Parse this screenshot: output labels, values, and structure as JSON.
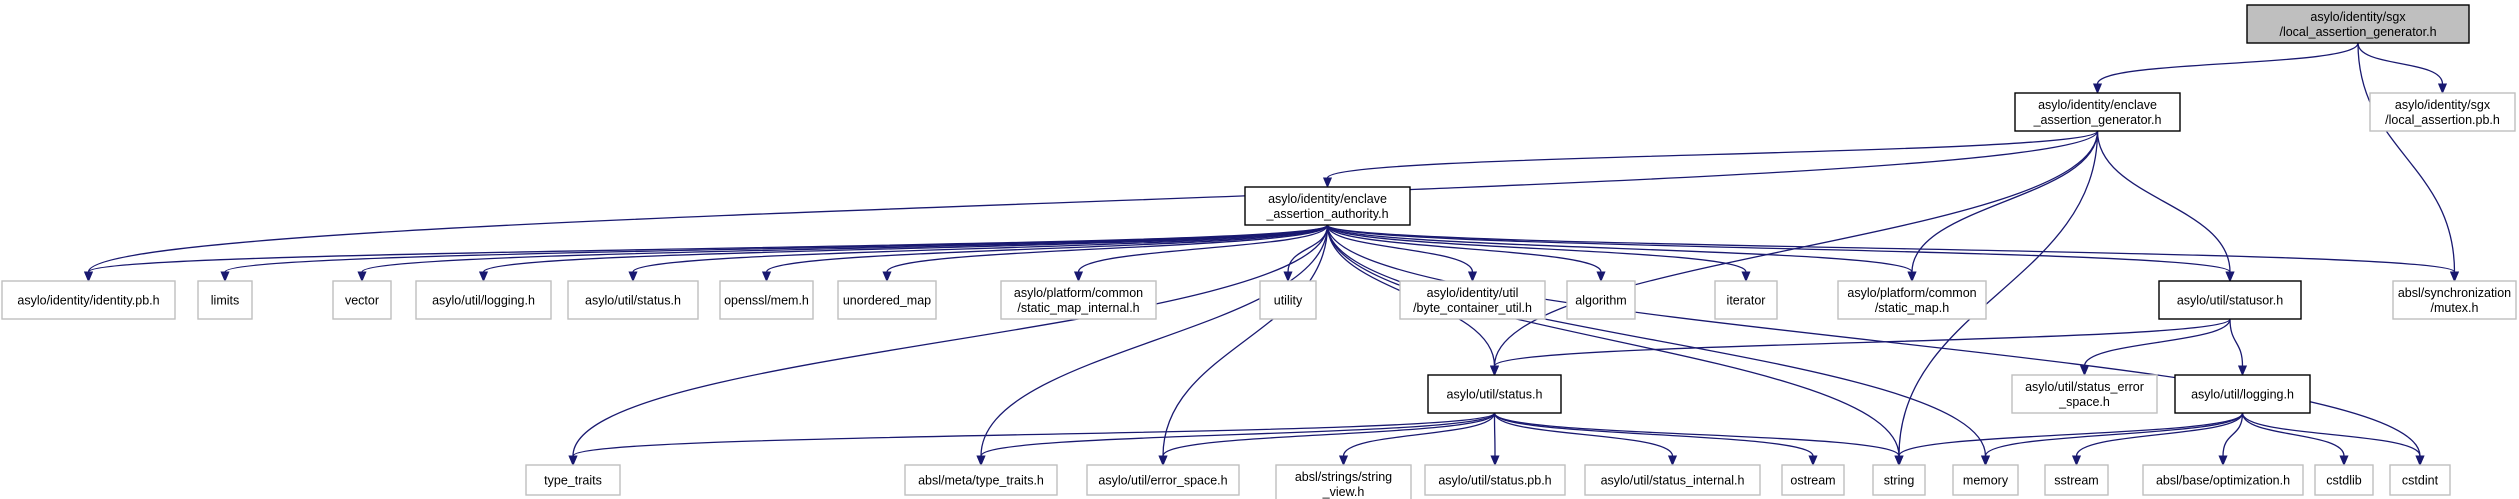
{
  "colors": {
    "edge": "#191970",
    "root_fill": "#bfbfbf",
    "box_border": "#000000",
    "external_border": "#bfbfbf",
    "background": "#ffffff"
  },
  "nodes": [
    {
      "id": "root",
      "lines": [
        "asylo/identity/sgx",
        "/local_assertion_generator.h"
      ],
      "style": "root"
    },
    {
      "id": "eag",
      "lines": [
        "asylo/identity/enclave",
        "_assertion_generator.h"
      ],
      "style": "black"
    },
    {
      "id": "lapb",
      "lines": [
        "asylo/identity/sgx",
        "/local_assertion.pb.h"
      ],
      "style": "muted"
    },
    {
      "id": "eaa",
      "lines": [
        "asylo/identity/enclave",
        "_assertion_authority.h"
      ],
      "style": "black"
    },
    {
      "id": "idpb",
      "lines": [
        "asylo/identity/identity.pb.h"
      ],
      "style": "muted"
    },
    {
      "id": "limits",
      "lines": [
        "limits"
      ],
      "style": "muted"
    },
    {
      "id": "vector",
      "lines": [
        "vector"
      ],
      "style": "muted"
    },
    {
      "id": "ulog1",
      "lines": [
        "asylo/util/logging.h"
      ],
      "style": "muted"
    },
    {
      "id": "ustatus1",
      "lines": [
        "asylo/util/status.h"
      ],
      "style": "muted"
    },
    {
      "id": "osslmem",
      "lines": [
        "openssl/mem.h"
      ],
      "style": "muted"
    },
    {
      "id": "umap",
      "lines": [
        "unordered_map"
      ],
      "style": "muted"
    },
    {
      "id": "smapi",
      "lines": [
        "asylo/platform/common",
        "/static_map_internal.h"
      ],
      "style": "muted"
    },
    {
      "id": "utility",
      "lines": [
        "utility"
      ],
      "style": "muted"
    },
    {
      "id": "bcu",
      "lines": [
        "asylo/identity/util",
        "/byte_container_util.h"
      ],
      "style": "muted"
    },
    {
      "id": "algorithm",
      "lines": [
        "algorithm"
      ],
      "style": "muted"
    },
    {
      "id": "iterator",
      "lines": [
        "iterator"
      ],
      "style": "muted"
    },
    {
      "id": "smap",
      "lines": [
        "asylo/platform/common",
        "/static_map.h"
      ],
      "style": "muted"
    },
    {
      "id": "statusor",
      "lines": [
        "asylo/util/statusor.h"
      ],
      "style": "black"
    },
    {
      "id": "mutex",
      "lines": [
        "absl/synchronization",
        "/mutex.h"
      ],
      "style": "muted"
    },
    {
      "id": "status",
      "lines": [
        "asylo/util/status.h"
      ],
      "style": "black"
    },
    {
      "id": "sesp",
      "lines": [
        "asylo/util/status_error",
        "_space.h"
      ],
      "style": "muted"
    },
    {
      "id": "ulog2",
      "lines": [
        "asylo/util/logging.h"
      ],
      "style": "black"
    },
    {
      "id": "typetraits",
      "lines": [
        "type_traits"
      ],
      "style": "muted"
    },
    {
      "id": "mtt",
      "lines": [
        "absl/meta/type_traits.h"
      ],
      "style": "muted"
    },
    {
      "id": "errsp",
      "lines": [
        "asylo/util/error_space.h"
      ],
      "style": "muted"
    },
    {
      "id": "strview",
      "lines": [
        "absl/strings/string",
        "_view.h"
      ],
      "style": "muted"
    },
    {
      "id": "statuspb",
      "lines": [
        "asylo/util/status.pb.h"
      ],
      "style": "muted"
    },
    {
      "id": "statusint",
      "lines": [
        "asylo/util/status_internal.h"
      ],
      "style": "muted"
    },
    {
      "id": "ostream",
      "lines": [
        "ostream"
      ],
      "style": "muted"
    },
    {
      "id": "string",
      "lines": [
        "string"
      ],
      "style": "muted"
    },
    {
      "id": "memory",
      "lines": [
        "memory"
      ],
      "style": "muted"
    },
    {
      "id": "sstream",
      "lines": [
        "sstream"
      ],
      "style": "muted"
    },
    {
      "id": "opt",
      "lines": [
        "absl/base/optimization.h"
      ],
      "style": "muted"
    },
    {
      "id": "cstdlib",
      "lines": [
        "cstdlib"
      ],
      "style": "muted"
    },
    {
      "id": "cstdint",
      "lines": [
        "cstdint"
      ],
      "style": "muted"
    }
  ],
  "edges": [
    [
      "root",
      "eag"
    ],
    [
      "root",
      "lapb"
    ],
    [
      "root",
      "mutex"
    ],
    [
      "eag",
      "eaa"
    ],
    [
      "eag",
      "idpb"
    ],
    [
      "eag",
      "smap"
    ],
    [
      "eag",
      "statusor"
    ],
    [
      "eag",
      "status"
    ],
    [
      "eag",
      "string"
    ],
    [
      "eaa",
      "idpb"
    ],
    [
      "eaa",
      "limits"
    ],
    [
      "eaa",
      "vector"
    ],
    [
      "eaa",
      "ulog1"
    ],
    [
      "eaa",
      "ustatus1"
    ],
    [
      "eaa",
      "osslmem"
    ],
    [
      "eaa",
      "umap"
    ],
    [
      "eaa",
      "smapi"
    ],
    [
      "eaa",
      "utility"
    ],
    [
      "eaa",
      "bcu"
    ],
    [
      "eaa",
      "algorithm"
    ],
    [
      "eaa",
      "iterator"
    ],
    [
      "eaa",
      "smap"
    ],
    [
      "eaa",
      "statusor"
    ],
    [
      "eaa",
      "mutex"
    ],
    [
      "eaa",
      "typetraits"
    ],
    [
      "eaa",
      "mtt"
    ],
    [
      "eaa",
      "errsp"
    ],
    [
      "eaa",
      "status"
    ],
    [
      "eaa",
      "string"
    ],
    [
      "eaa",
      "memory"
    ],
    [
      "eaa",
      "cstdint"
    ],
    [
      "statusor",
      "status"
    ],
    [
      "statusor",
      "sesp"
    ],
    [
      "statusor",
      "ulog2"
    ],
    [
      "status",
      "typetraits"
    ],
    [
      "status",
      "mtt"
    ],
    [
      "status",
      "errsp"
    ],
    [
      "status",
      "strview"
    ],
    [
      "status",
      "statuspb"
    ],
    [
      "status",
      "statusint"
    ],
    [
      "status",
      "ostream"
    ],
    [
      "status",
      "string"
    ],
    [
      "ulog2",
      "string"
    ],
    [
      "ulog2",
      "memory"
    ],
    [
      "ulog2",
      "sstream"
    ],
    [
      "ulog2",
      "opt"
    ],
    [
      "ulog2",
      "cstdlib"
    ],
    [
      "ulog2",
      "cstdint"
    ]
  ]
}
